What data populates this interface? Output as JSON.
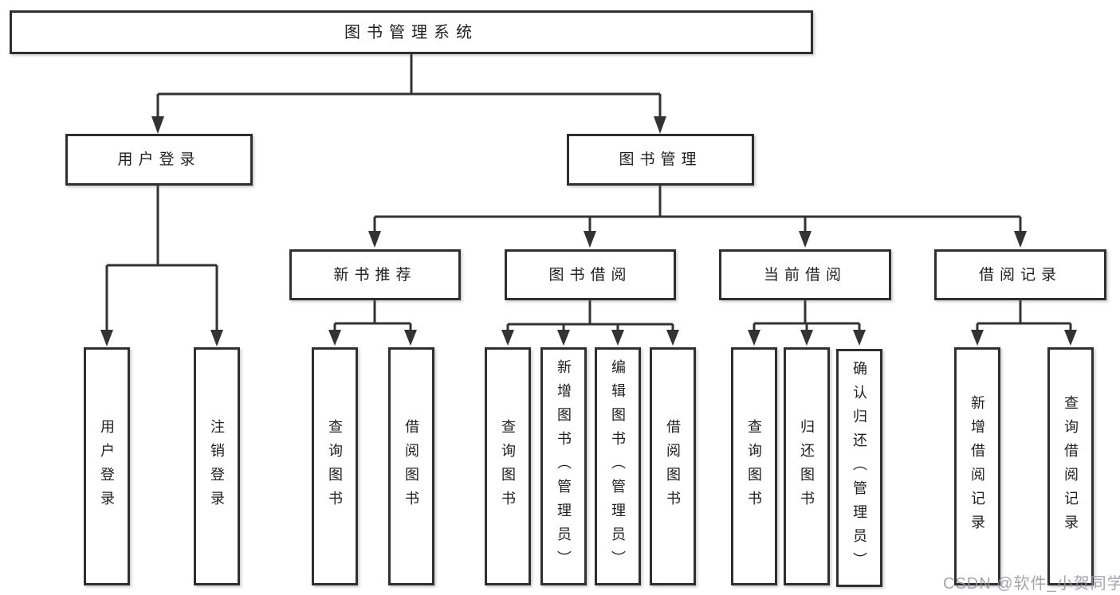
{
  "diagram": {
    "root": {
      "label": "图书管理系统"
    },
    "branches": [
      {
        "label": "用户登录",
        "children": [
          {
            "label": "用户登录"
          },
          {
            "label": "注销登录"
          }
        ]
      },
      {
        "label": "图书管理",
        "children": [
          {
            "label": "新书推荐",
            "children": [
              {
                "label": "查询图书"
              },
              {
                "label": "借阅图书"
              }
            ]
          },
          {
            "label": "图书借阅",
            "children": [
              {
                "label": "查询图书"
              },
              {
                "label": "新增图书（管理员）"
              },
              {
                "label": "编辑图书（管理员）"
              },
              {
                "label": "借阅图书"
              }
            ]
          },
          {
            "label": "当前借阅",
            "children": [
              {
                "label": "查询图书"
              },
              {
                "label": "归还图书"
              },
              {
                "label": "确认归还（管理员）"
              }
            ]
          },
          {
            "label": "借阅记录",
            "children": [
              {
                "label": "新增借阅记录"
              },
              {
                "label": "查询借阅记录"
              }
            ]
          }
        ]
      }
    ]
  },
  "watermark": {
    "text": "CSDN @软件_小贺同学"
  },
  "colors": {
    "line": "#333333",
    "box_border": "#2f2f2f",
    "text": "#1f1f1f",
    "watermark": "#9e9e9e",
    "background": "#ffffff"
  }
}
